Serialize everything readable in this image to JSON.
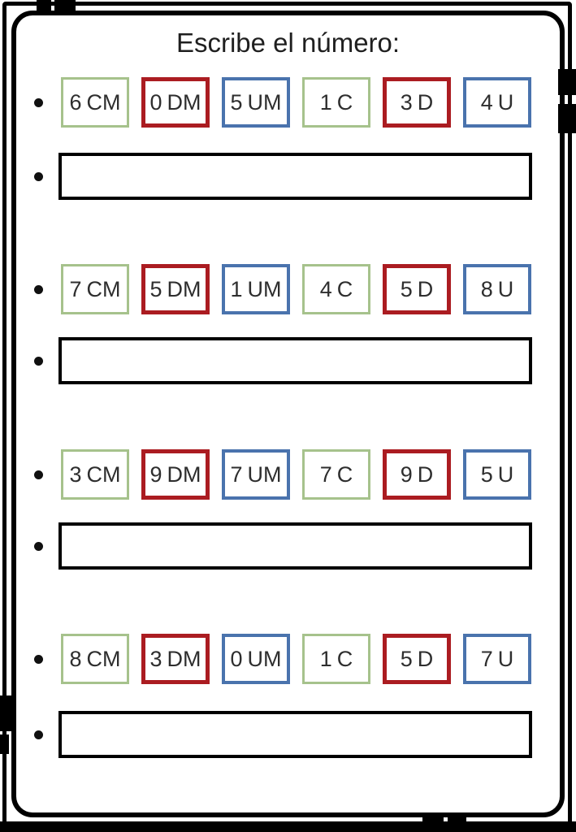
{
  "page": {
    "title": "Escribe el número:"
  },
  "colors": {
    "green": "#a6c28c",
    "red": "#ab1c21",
    "blue": "#4a73ad",
    "ink": "#2e2e2e"
  },
  "rows": [
    {
      "boxes": [
        {
          "digit": "6",
          "unit": "CM",
          "color": "green"
        },
        {
          "digit": "0",
          "unit": "DM",
          "color": "red"
        },
        {
          "digit": "5",
          "unit": "UM",
          "color": "blue"
        },
        {
          "digit": "1",
          "unit": "C",
          "color": "green"
        },
        {
          "digit": "3",
          "unit": "D",
          "color": "red"
        },
        {
          "digit": "4",
          "unit": "U",
          "color": "blue"
        }
      ],
      "answer": ""
    },
    {
      "boxes": [
        {
          "digit": "7",
          "unit": "CM",
          "color": "green"
        },
        {
          "digit": "5",
          "unit": "DM",
          "color": "red"
        },
        {
          "digit": "1",
          "unit": "UM",
          "color": "blue"
        },
        {
          "digit": "4",
          "unit": "C",
          "color": "green"
        },
        {
          "digit": "5",
          "unit": "D",
          "color": "red"
        },
        {
          "digit": "8",
          "unit": "U",
          "color": "blue"
        }
      ],
      "answer": ""
    },
    {
      "boxes": [
        {
          "digit": "3",
          "unit": "CM",
          "color": "green"
        },
        {
          "digit": "9",
          "unit": "DM",
          "color": "red"
        },
        {
          "digit": "7",
          "unit": "UM",
          "color": "blue"
        },
        {
          "digit": "7",
          "unit": "C",
          "color": "green"
        },
        {
          "digit": "9",
          "unit": "D",
          "color": "red"
        },
        {
          "digit": "5",
          "unit": "U",
          "color": "blue"
        }
      ],
      "answer": ""
    },
    {
      "boxes": [
        {
          "digit": "8",
          "unit": "CM",
          "color": "green"
        },
        {
          "digit": "3",
          "unit": "DM",
          "color": "red"
        },
        {
          "digit": "0",
          "unit": "UM",
          "color": "blue"
        },
        {
          "digit": "1",
          "unit": "C",
          "color": "green"
        },
        {
          "digit": "5",
          "unit": "D",
          "color": "red"
        },
        {
          "digit": "7",
          "unit": "U",
          "color": "blue"
        }
      ],
      "answer": ""
    }
  ]
}
